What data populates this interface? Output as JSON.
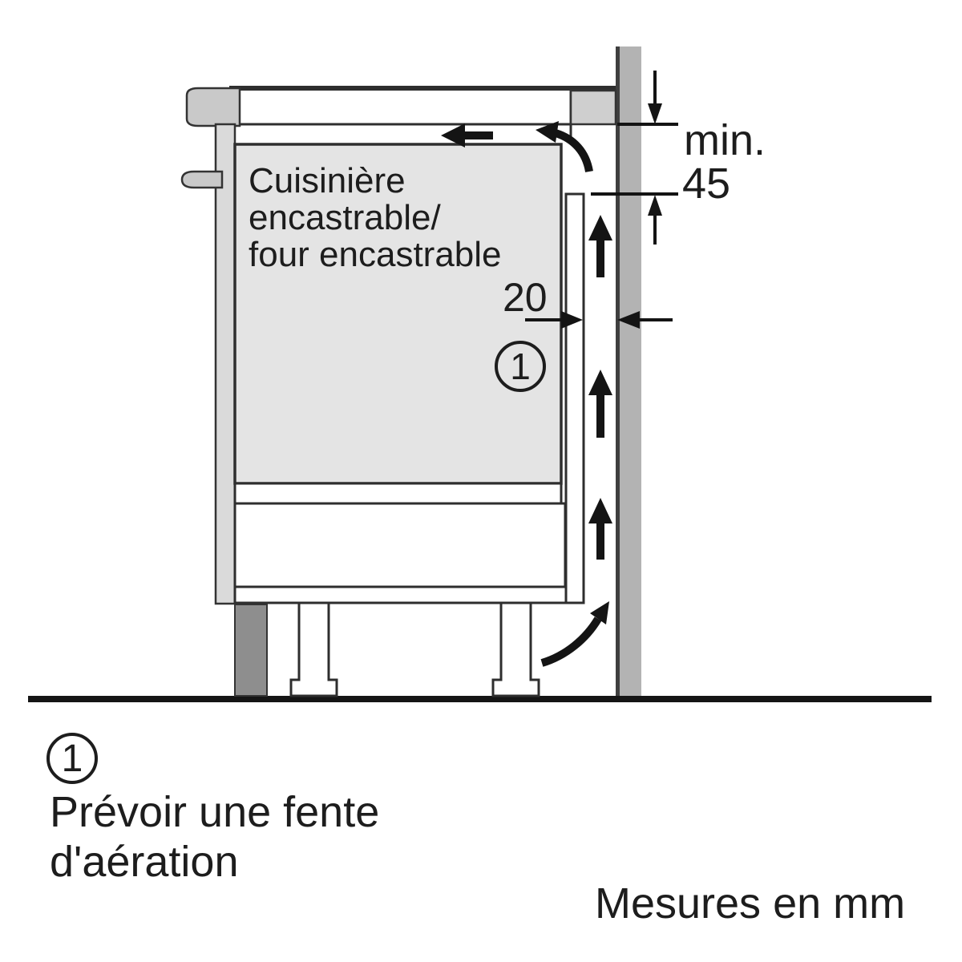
{
  "page": {
    "background": "#ffffff"
  },
  "theme": {
    "line_color": "#2e2e2e",
    "arrow_color": "#141414",
    "appliance_fill": "#e4e4e4",
    "cabinet_fill": "#c9c9c9",
    "wall_fill": "#b3b3b3",
    "plinth_fill": "#8e8e8e",
    "text_color": "#1d1d1d"
  },
  "diagram": {
    "appliance_label": "Cuisinière\nencastrable/\nfour encastrable",
    "callout_number": "1",
    "dimensions": {
      "min_label": "min.",
      "min_value": "45",
      "rear_gap_value": "20"
    }
  },
  "legend": {
    "callout_number": "1",
    "note": "Prévoir une fente\nd'aération"
  },
  "footer": {
    "units_note": "Mesures en mm"
  },
  "icons": {
    "airflow_up_arrow": "▲",
    "airflow_left_arrow": "◀",
    "airflow_curved_arrow": "⤴",
    "dimension_down_arrow": "▼",
    "dimension_up_arrow": "▲",
    "dimension_left_arrow": "◀",
    "dimension_right_arrow": "▶"
  }
}
